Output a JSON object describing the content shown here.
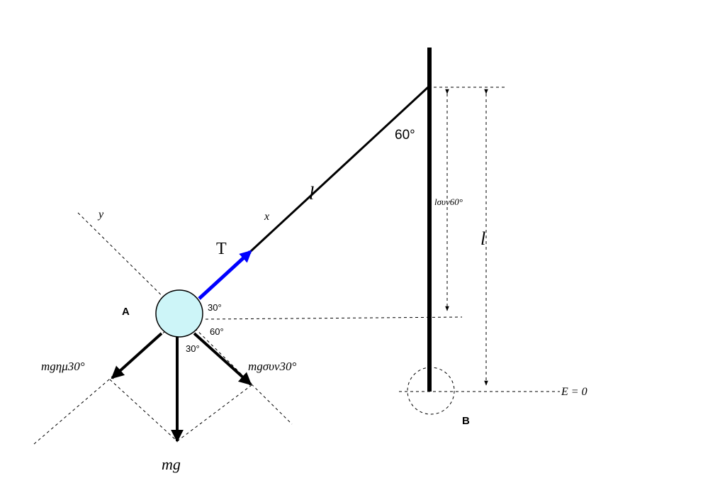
{
  "labels": {
    "point_a": "A",
    "point_b": "B",
    "tension": "T",
    "axis_x": "x",
    "axis_y": "y",
    "string_length": "l",
    "pole_length": "l",
    "angle_top": "60°",
    "angle_upper_right": "30°",
    "angle_lower_right": "60°",
    "angle_lower": "30°",
    "vertical_component": "lσυν60°",
    "force_weight": "mg",
    "force_sin_component": "mgημ30°",
    "force_cos_component": "mgσυν30°",
    "energy_reference": "E = 0"
  },
  "colors": {
    "bob_fill": "#cdf5f8",
    "tension_arrow": "#0000ff",
    "lines": "#000000"
  }
}
